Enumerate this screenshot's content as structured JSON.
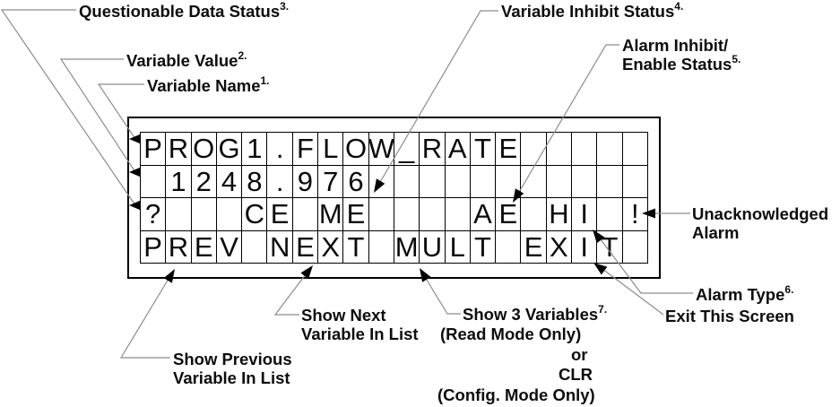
{
  "display": {
    "columns": 20,
    "rows_count": 4,
    "rows": [
      "PROG1.FLOW_RATE     ",
      " 1248.976           ",
      "?   CE ME    AE HI !",
      "PREV NEXT MULT EXIT "
    ],
    "softkeys": [
      "PREV",
      "NEXT",
      "MULT",
      "EXIT"
    ],
    "variable_name": "PROG1.FLOW_RATE",
    "variable_value": "1248.976",
    "status_flags": [
      "?",
      "CE",
      "ME",
      "AE",
      "HI",
      "!"
    ]
  },
  "callouts": {
    "questionable_data_status": {
      "text": "Questionable Data Status",
      "sup": "3."
    },
    "variable_value": {
      "text": "Variable Value",
      "sup": "2."
    },
    "variable_name": {
      "text": "Variable Name",
      "sup": "1."
    },
    "variable_inhibit_status": {
      "text": "Variable Inhibit Status",
      "sup": "4."
    },
    "alarm_inhibit_enable_status": {
      "line1": "Alarm Inhibit/",
      "line2": "Enable Status",
      "sup": "5."
    },
    "unacknowledged_alarm": {
      "line1": "Unacknowledged",
      "line2": "Alarm"
    },
    "alarm_type": {
      "text": "Alarm Type",
      "sup": "6."
    },
    "exit_this_screen": {
      "text": "Exit This Screen"
    },
    "show_3_variables": {
      "line1": "Show 3 Variables",
      "sup": "7.",
      "line2": "(Read Mode Only)",
      "line3": "or",
      "line4": "CLR",
      "line5": "(Config. Mode Only)"
    },
    "show_next": {
      "line1": "Show Next",
      "line2": "Variable In List"
    },
    "show_previous": {
      "line1": "Show Previous",
      "line2": "Variable In List"
    }
  },
  "colors": {
    "foreground": "#000000",
    "background": "#ffffff",
    "leader_line": "#8c8c8c"
  }
}
